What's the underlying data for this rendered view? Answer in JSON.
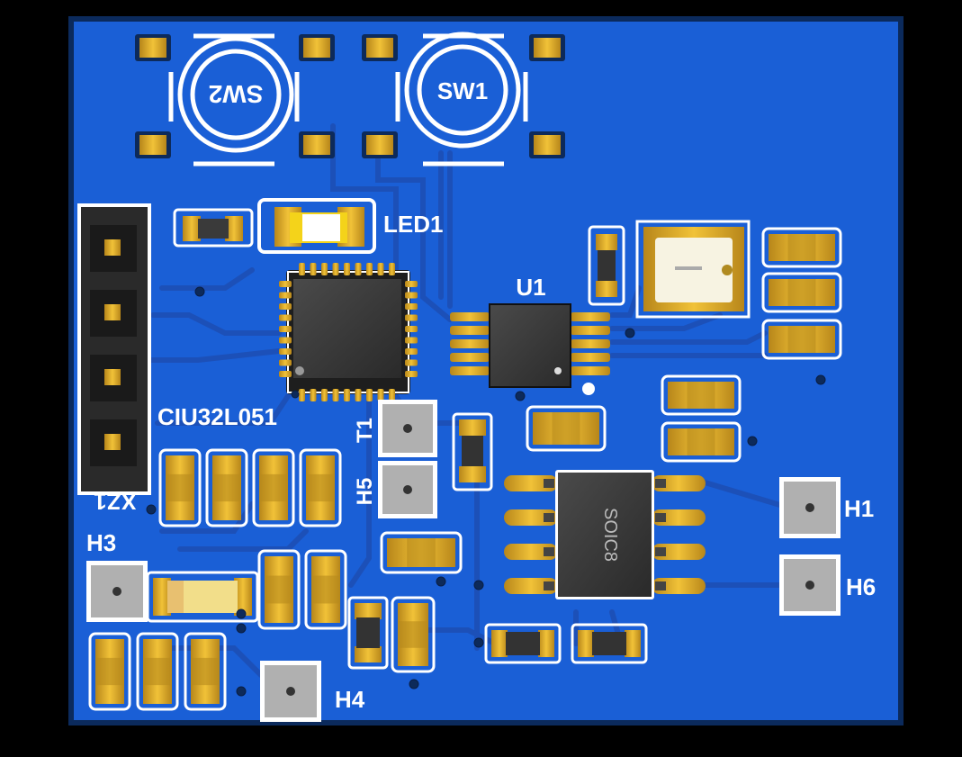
{
  "board": {
    "colors": {
      "background": "#000000",
      "substrate": "#0b2a5c",
      "soldermask": "#1a5fd6",
      "trace": "#1d56c0",
      "pad_gold": "#d9a521",
      "silkscreen": "#ffffff",
      "ic_body": "#3a3a3a",
      "header_body": "#222222",
      "test_pad": "#a9a9a9"
    }
  },
  "labels": {
    "sw2": "SW2",
    "sw1": "SW1",
    "led1": "LED1",
    "u1": "U1",
    "mcu": "CIU32L051",
    "xz1": "XZ1",
    "t1": "T1",
    "h5": "H5",
    "h1": "H1",
    "h6": "H6",
    "h3": "H3",
    "h4": "H4",
    "soic8": "SOIC8"
  }
}
